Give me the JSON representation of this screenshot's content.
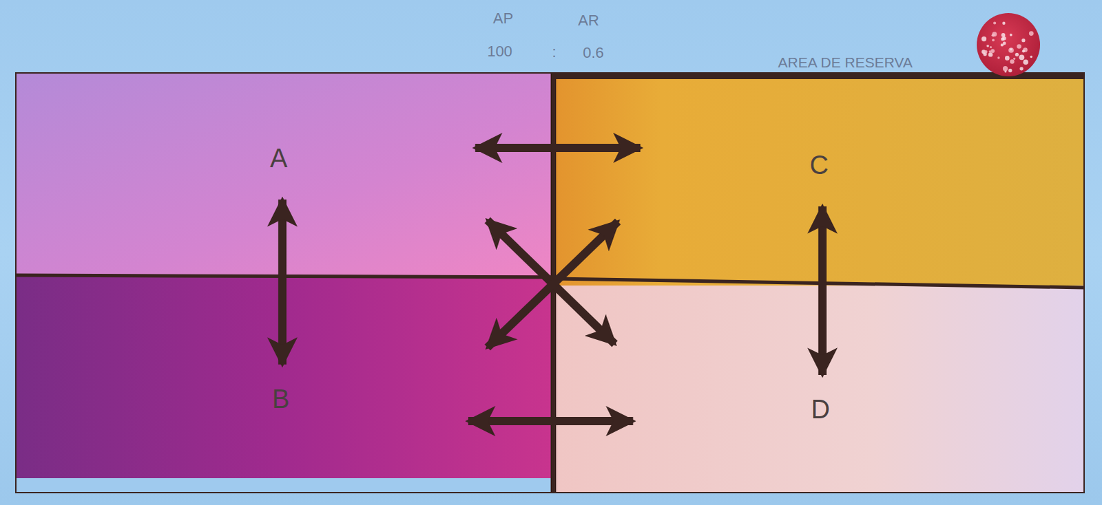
{
  "diagram": {
    "nodes": [
      {
        "text": [
          "A"
        ]
      },
      {
        "text": [
          "B"
        ]
      },
      {
        "text": [
          "C"
        ]
      },
      {
        "text": [
          "D"
        ]
      }
    ],
    "edges": [
      {
        "from": 0,
        "to": 1,
        "arrow": "both"
      },
      {
        "from": 2,
        "to": 3,
        "arrow": "both"
      },
      {
        "from": 0,
        "to": 2,
        "arrow": "both"
      },
      {
        "from": 1,
        "to": 3,
        "arrow": "both"
      },
      {
        "from": 0,
        "to": 3,
        "arrow": "both"
      },
      {
        "from": 1,
        "to": 2,
        "arrow": "both"
      }
    ],
    "labels": [
      "AP",
      "AR",
      "100",
      ":",
      "0.6",
      "AREA DE RESERVA"
    ]
  }
}
